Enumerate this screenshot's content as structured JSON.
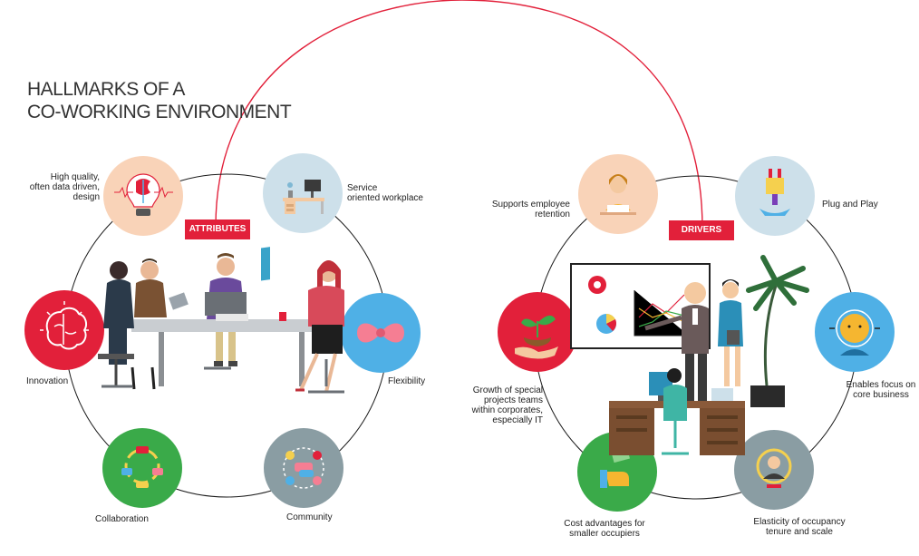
{
  "title": {
    "line1": "HALLMARKS OF A",
    "line2": "CO-WORKING ENVIRONMENT"
  },
  "attributes": {
    "tag": "ATTRIBUTES",
    "items": [
      {
        "label": "High quality, often data driven, design",
        "line1": "High quality,",
        "line2": "often data driven,",
        "line3": "design",
        "icon": "brain-bulb-icon",
        "color": "#f9d3b8"
      },
      {
        "label": "Service oriented workplace",
        "line1": "Service",
        "line2": "oriented workplace",
        "icon": "desk-icon",
        "color": "#cde0ea"
      },
      {
        "label": "Innovation",
        "icon": "brain-icon",
        "color": "#e2203a"
      },
      {
        "label": "Flexibility",
        "icon": "bow-icon",
        "color": "#4fb0e6"
      },
      {
        "label": "Collaboration",
        "icon": "collaboration-cycle-icon",
        "color": "#3aaa49"
      },
      {
        "label": "Community",
        "icon": "community-icon",
        "color": "#8a9da3"
      }
    ]
  },
  "drivers": {
    "tag": "DRIVERS",
    "items": [
      {
        "label": "Supports employee retention",
        "line1": "Supports employee",
        "line2": "retention",
        "icon": "employee-icon",
        "color": "#f9d3b8"
      },
      {
        "label": "Plug and Play",
        "icon": "plug-icon",
        "color": "#cde0ea"
      },
      {
        "label": "Growth of special projects teams within corporates, especially IT",
        "line1": "Growth of special",
        "line2": "projects teams",
        "line3": "within corporates,",
        "line4": "especially IT",
        "icon": "plant-hand-icon",
        "color": "#e2203a"
      },
      {
        "label": "Enables focus on core business",
        "line1": "Enables focus on",
        "line2": "core business",
        "icon": "focus-face-icon",
        "color": "#4fb0e6"
      },
      {
        "label": "Cost advantages for smaller occupiers",
        "line1": "Cost advantages for",
        "line2": "smaller occupiers",
        "icon": "money-hand-icon",
        "color": "#3aaa49"
      },
      {
        "label": "Elasticity of occupancy tenure and scale",
        "line1": "Elasticity of occupancy",
        "line2": "tenure and scale",
        "icon": "person-gauge-icon",
        "color": "#8a9da3"
      }
    ]
  },
  "colors": {
    "accent": "#e2203a",
    "ring": "#1a1a1a"
  }
}
